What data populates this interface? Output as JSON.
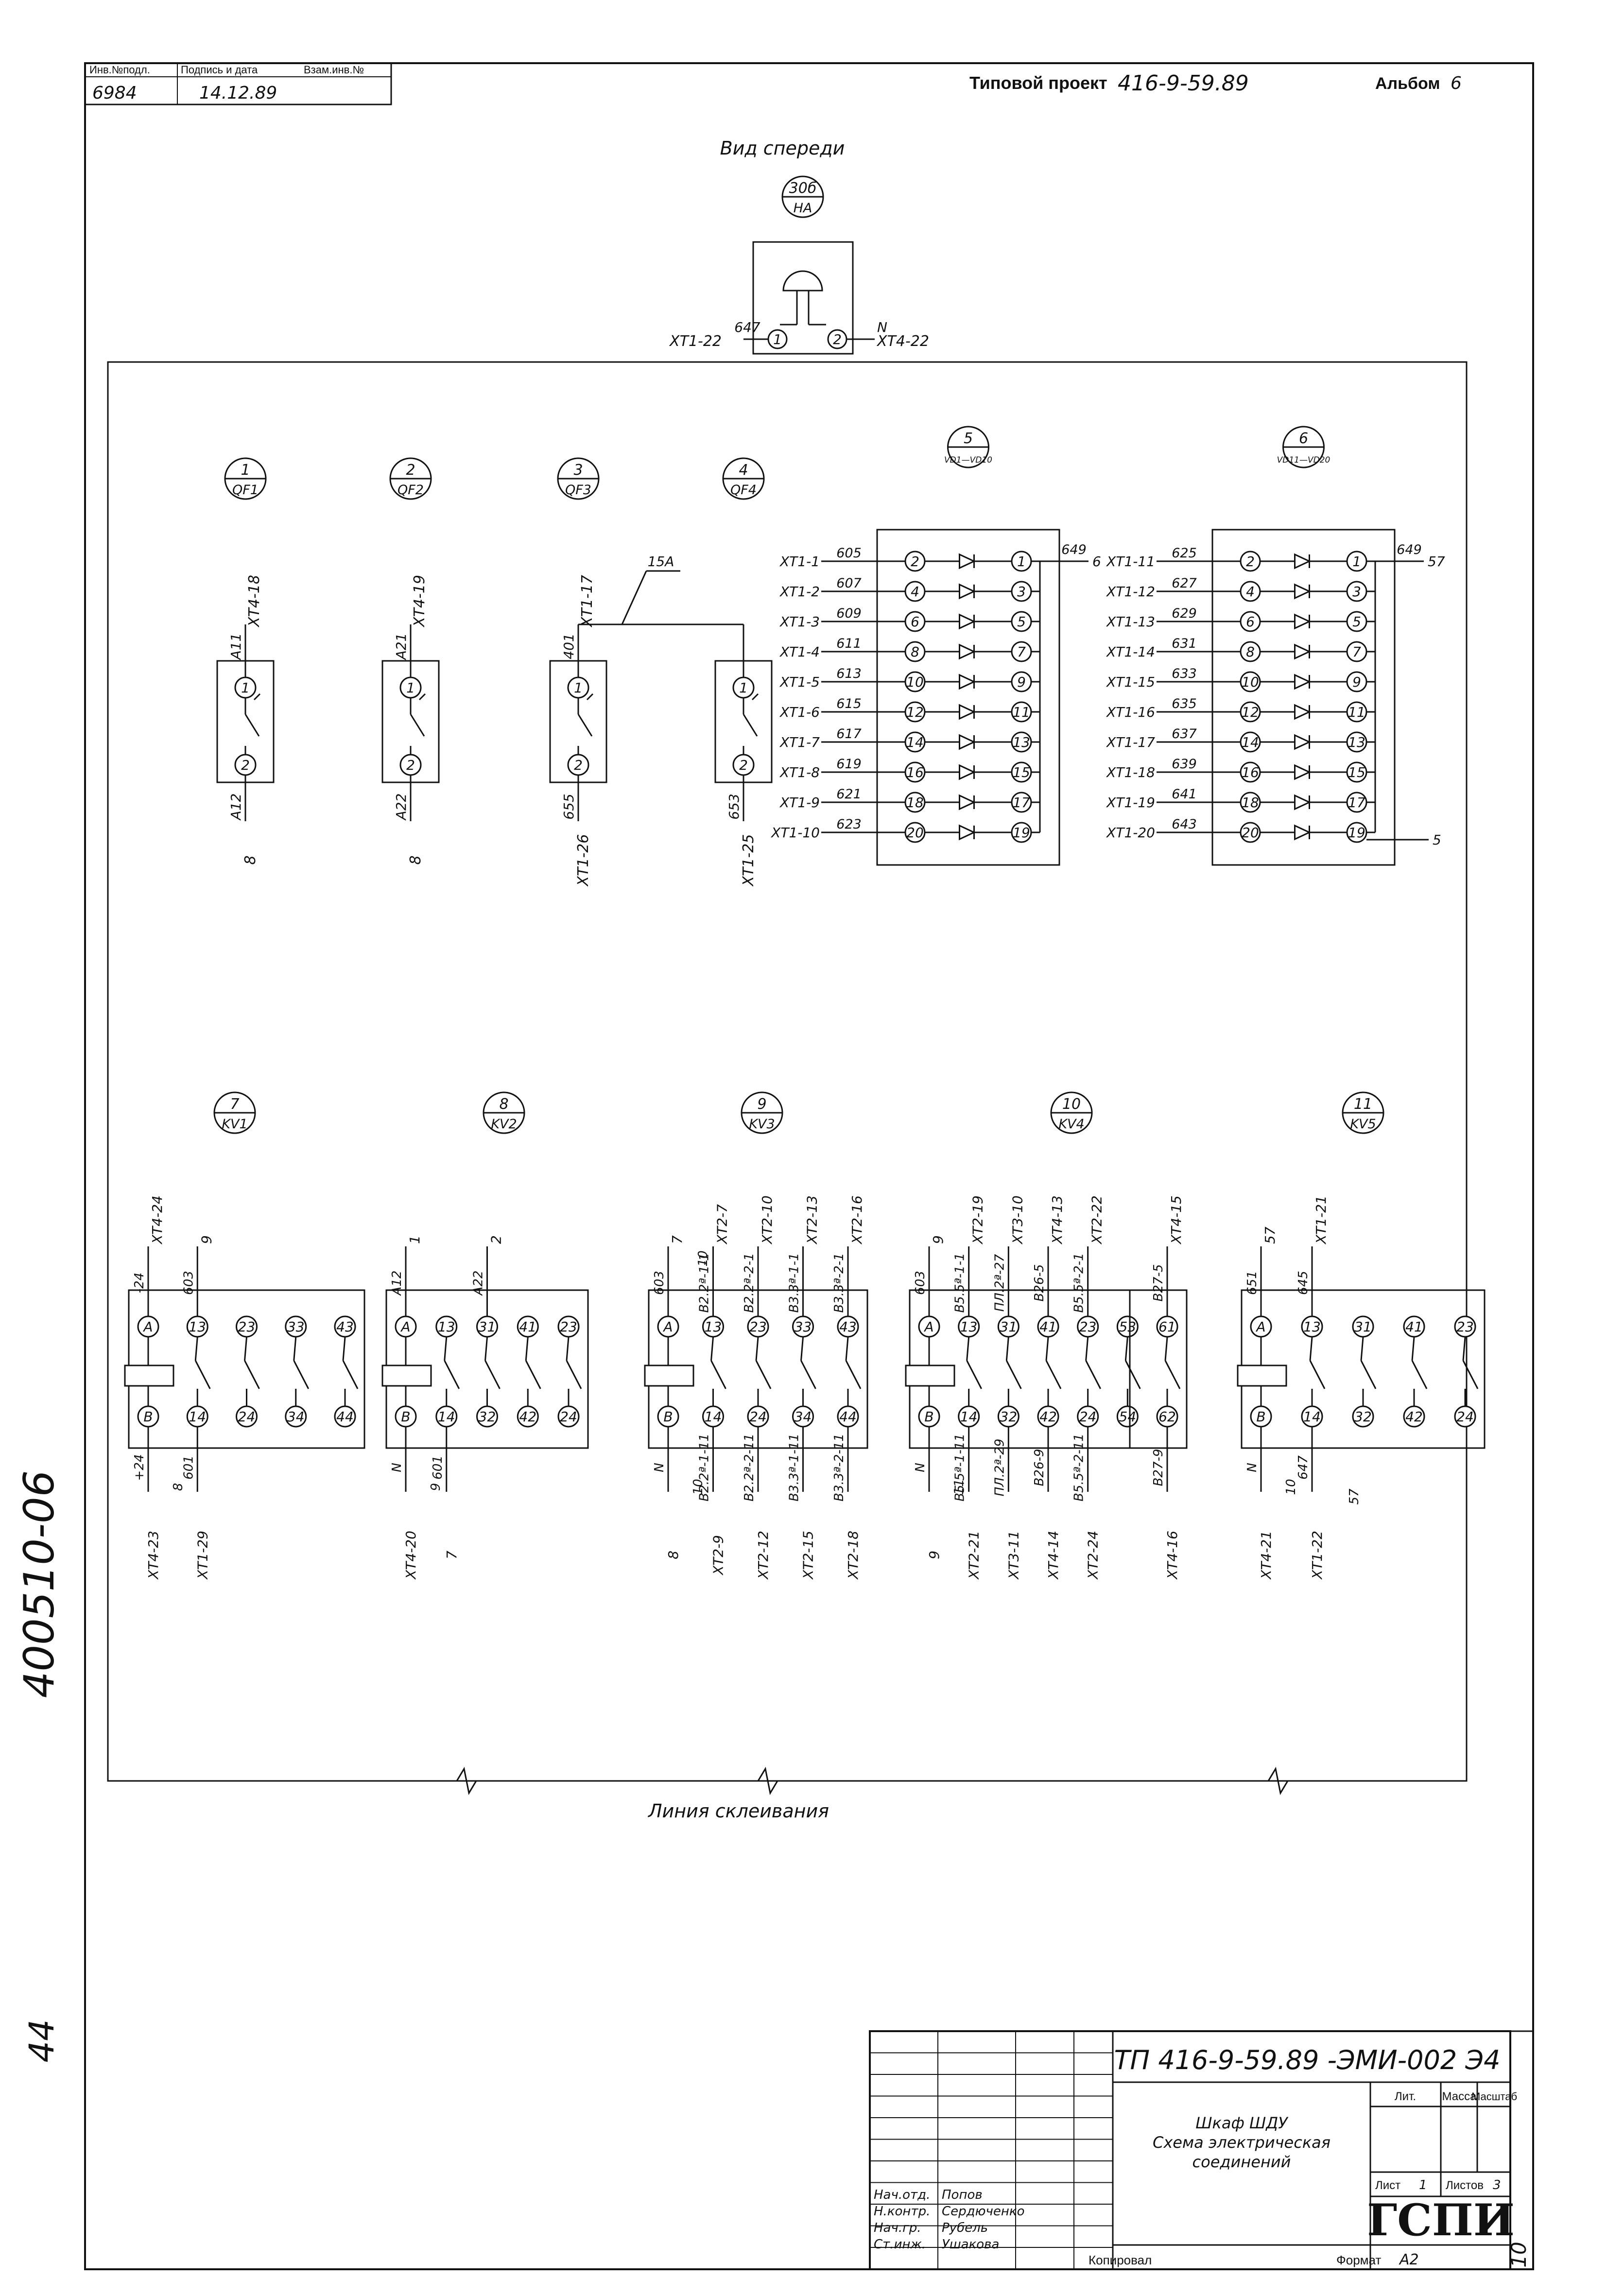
{
  "header": {
    "corner_cells": [
      "Инв.№подл.",
      "Подпись и дата",
      "Взам.инв.№"
    ],
    "inv_value": "6984",
    "date_value": "14.12.89",
    "project_label": "Типовой проект",
    "project_number": "416-9-59.89",
    "album_label": "Альбом",
    "album_number": "6"
  },
  "view_title": "Вид спереди",
  "gluing_line_label": "Линия склеивания",
  "side_inventory": "400510-06",
  "side_inventory_suffix": "44",
  "sheet_corner_number": "10",
  "top_device": {
    "position": "30б",
    "designation": "НА",
    "left_wire": "647",
    "left_link": "ХТ1-22",
    "right_wire": "N",
    "right_link": "ХТ4-22",
    "pins": [
      "1",
      "2"
    ]
  },
  "breakers": [
    {
      "position": "1",
      "designation": "QF1",
      "top_wire": "А11",
      "top_link": "ХТ4-18",
      "bottom_wire": "А12",
      "bottom_link": "8"
    },
    {
      "position": "2",
      "designation": "QF2",
      "top_wire": "А21",
      "top_link": "ХТ4-19",
      "bottom_wire": "А22",
      "bottom_link": "8"
    },
    {
      "position": "3",
      "designation": "QF3",
      "top_wire": "401",
      "top_link": "ХТ1-17",
      "bottom_wire": "655",
      "bottom_link": "ХТ1-26"
    },
    {
      "position": "4",
      "designation": "QF4",
      "top_wire": "",
      "top_link": "",
      "bottom_wire": "653",
      "bottom_link": "ХТ1-25"
    }
  ],
  "breaker_pins": [
    "1",
    "2"
  ],
  "jumper_label": "15А",
  "diode_blocks": [
    {
      "position": "5",
      "designation": "VD1—VD10",
      "rows": [
        {
          "link": "ХТ1-1",
          "wire": "605",
          "in": "2",
          "out": "1"
        },
        {
          "link": "ХТ1-2",
          "wire": "607",
          "in": "4",
          "out": "3"
        },
        {
          "link": "ХТ1-3",
          "wire": "609",
          "in": "6",
          "out": "5"
        },
        {
          "link": "ХТ1-4",
          "wire": "611",
          "in": "8",
          "out": "7"
        },
        {
          "link": "ХТ1-5",
          "wire": "613",
          "in": "10",
          "out": "9"
        },
        {
          "link": "ХТ1-6",
          "wire": "615",
          "in": "12",
          "out": "11"
        },
        {
          "link": "ХТ1-7",
          "wire": "617",
          "in": "14",
          "out": "13"
        },
        {
          "link": "ХТ1-8",
          "wire": "619",
          "in": "16",
          "out": "15"
        },
        {
          "link": "ХТ1-9",
          "wire": "621",
          "in": "18",
          "out": "17"
        },
        {
          "link": "ХТ1-10",
          "wire": "623",
          "in": "20",
          "out": "19"
        }
      ],
      "out_wire_top": "649",
      "out_link_top": "6",
      "out_link_bottom": ""
    },
    {
      "position": "6",
      "designation": "VD11—VD20",
      "rows": [
        {
          "link": "ХТ1-11",
          "wire": "625",
          "in": "2",
          "out": "1"
        },
        {
          "link": "ХТ1-12",
          "wire": "627",
          "in": "4",
          "out": "3"
        },
        {
          "link": "ХТ1-13",
          "wire": "629",
          "in": "6",
          "out": "5"
        },
        {
          "link": "ХТ1-14",
          "wire": "631",
          "in": "8",
          "out": "7"
        },
        {
          "link": "ХТ1-15",
          "wire": "633",
          "in": "10",
          "out": "9"
        },
        {
          "link": "ХТ1-16",
          "wire": "635",
          "in": "12",
          "out": "11"
        },
        {
          "link": "ХТ1-17",
          "wire": "637",
          "in": "14",
          "out": "13"
        },
        {
          "link": "ХТ1-18",
          "wire": "639",
          "in": "16",
          "out": "15"
        },
        {
          "link": "ХТ1-19",
          "wire": "641",
          "in": "18",
          "out": "17"
        },
        {
          "link": "ХТ1-20",
          "wire": "643",
          "in": "20",
          "out": "19"
        }
      ],
      "out_wire_top": "649",
      "out_link_top": "57",
      "out_link_bottom": "5"
    }
  ],
  "relays": [
    {
      "position": "7",
      "designation": "KV1",
      "top_pins": [
        "А",
        "13",
        "23",
        "33",
        "43"
      ],
      "bottom_pins": [
        "В",
        "14",
        "24",
        "34",
        "44"
      ],
      "top_wires": [
        "-24",
        "603",
        "",
        "",
        ""
      ],
      "top_links": [
        "ХТ4-24",
        "9",
        "",
        "",
        ""
      ],
      "bottom_wires": [
        "+24",
        "601",
        "",
        "",
        ""
      ],
      "bottom_links": [
        "ХТ4-23",
        "ХТ1-29",
        "",
        "",
        ""
      ],
      "extra_bottom": "8"
    },
    {
      "position": "8",
      "designation": "KV2",
      "top_pins": [
        "А",
        "13",
        "31",
        "41",
        "23"
      ],
      "bottom_pins": [
        "В",
        "14",
        "32",
        "42",
        "24"
      ],
      "top_wires": [
        "А12",
        "",
        "А22",
        "",
        ""
      ],
      "top_links": [
        "1",
        "",
        "2",
        "",
        ""
      ],
      "bottom_wires": [
        "N",
        "601",
        "",
        "",
        ""
      ],
      "bottom_links": [
        "ХТ4-20",
        "7",
        "",
        "",
        ""
      ],
      "extra_bottom": "9"
    },
    {
      "position": "9",
      "designation": "KV3",
      "top_pins": [
        "А",
        "13",
        "23",
        "33",
        "43"
      ],
      "bottom_pins": [
        "В",
        "14",
        "24",
        "34",
        "44"
      ],
      "top_wires": [
        "603",
        "В2.2ª-1-1",
        "В2.2ª-2-1",
        "В3.3ª-1-1",
        "В3.3ª-2-1"
      ],
      "top_links": [
        "7",
        "ХТ2-7",
        "ХТ2-10",
        "ХТ2-13",
        "ХТ2-16"
      ],
      "bottom_wires": [
        "N",
        "В2.2ª-1-11",
        "В2.2ª-2-11",
        "В3.3ª-1-11",
        "В3.3ª-2-11"
      ],
      "bottom_links": [
        "8",
        "ХТ2-9",
        "ХТ2-12",
        "ХТ2-15",
        "ХТ2-18"
      ],
      "extra_top": "10",
      "extra_bottom": "10"
    },
    {
      "position": "10",
      "designation": "KV4",
      "top_pins": [
        "А",
        "13",
        "31",
        "41",
        "23",
        "53",
        "61"
      ],
      "bottom_pins": [
        "В",
        "14",
        "32",
        "42",
        "24",
        "54",
        "62"
      ],
      "top_wires": [
        "603",
        "В5.5ª-1-1",
        "ПЛ.2ª-27",
        "В26-5",
        "В5.5ª-2-1",
        "",
        "В27-5"
      ],
      "top_links": [
        "9",
        "ХТ2-19",
        "ХТ3-10",
        "ХТ4-13",
        "ХТ2-22",
        "",
        "ХТ4-15"
      ],
      "bottom_wires": [
        "N",
        "В5.5ª-1-11",
        "ПЛ.2ª-29",
        "В26-9",
        "В5.5ª-2-11",
        "",
        "В27-9"
      ],
      "bottom_links": [
        "9",
        "ХТ2-21",
        "ХТ3-11",
        "ХТ4-14",
        "ХТ2-24",
        "",
        "ХТ4-16"
      ],
      "extra_bottom": "11"
    },
    {
      "position": "11",
      "designation": "KV5",
      "top_pins": [
        "А",
        "13",
        "31",
        "41",
        "23"
      ],
      "bottom_pins": [
        "В",
        "14",
        "32",
        "42",
        "24"
      ],
      "top_wires": [
        "651",
        "645",
        "",
        "",
        ""
      ],
      "top_links": [
        "57",
        "ХТ1-21",
        "",
        "",
        ""
      ],
      "bottom_wires": [
        "N",
        "647",
        "",
        "",
        ""
      ],
      "bottom_links": [
        "ХТ4-21",
        "ХТ1-22",
        "",
        "",
        ""
      ],
      "extra_bottom": "10",
      "extra_bottom2": "57"
    }
  ],
  "title_block": {
    "document_code": "ТП 416-9-59.89 -ЭМИ-002 Э4",
    "title_lines": [
      "Шкаф ШДУ",
      "Схема электрическая",
      "соединений"
    ],
    "cols": [
      "Лит.",
      "Масса",
      "Масштаб"
    ],
    "sheet_label": "Лист",
    "sheet_value": "1",
    "sheets_label": "Листов",
    "sheets_value": "3",
    "organization": "ГСПИ",
    "copied_label": "Копировал",
    "format_label": "Формат",
    "format_value": "А2",
    "signers": [
      {
        "role": "Нач.отд.",
        "name": "Попов"
      },
      {
        "role": "Н.контр.",
        "name": "Сердюченко"
      },
      {
        "role": "Нач.гр.",
        "name": "Рубель"
      },
      {
        "role": "Ст.инж.",
        "name": "Ушакова"
      }
    ]
  }
}
